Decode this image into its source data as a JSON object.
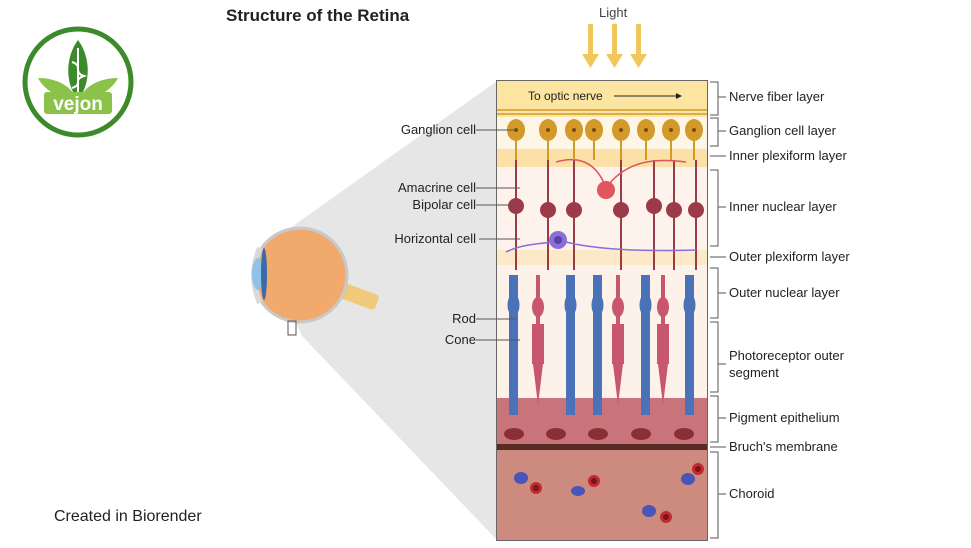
{
  "title": "Structure of the Retina",
  "light_label": "Light",
  "credit": "Created in Biorender",
  "logo": {
    "text": "vejon"
  },
  "optic_nerve_label": "To optic nerve",
  "left_labels": {
    "ganglion": "Ganglion cell",
    "amacrine": "Amacrine cell",
    "bipolar": "Bipolar cell",
    "horizontal": "Horizontal cell",
    "rod": "Rod",
    "cone": "Cone"
  },
  "layers": [
    "Nerve fiber layer",
    "Ganglion cell layer",
    "Inner plexiform layer",
    "Inner nuclear layer",
    "Outer plexiform layer",
    "Outer nuclear layer",
    "Photoreceptor outer segment",
    "Pigment epithelium",
    "Bruch's membrane",
    "Choroid"
  ],
  "photoreceptor_line2": "outer segment",
  "colors": {
    "ganglion": "#d39a2a",
    "bipolar": "#9c3a4a",
    "amacrine": "#e0555e",
    "horizontal": "#8a6fd6",
    "rod": "#4a72b8",
    "cone": "#c9566f",
    "choroid": "#cc8b7e",
    "epithelium": "#8a2f33",
    "logo_green": "#3d8a2a",
    "logo_leaf": "#8bc34a"
  }
}
